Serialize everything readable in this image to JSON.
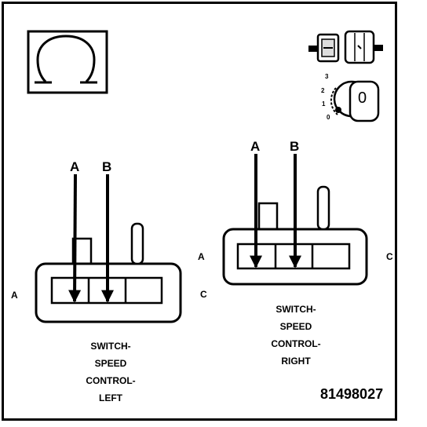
{
  "ohmmeter_symbol": "Ω",
  "icons": {
    "ohmmeter": "ohm-symbol-icon",
    "connector": "disconnected-connector-icon",
    "ignition": "ignition-key-switch-icon"
  },
  "ignition_positions": [
    "3",
    "2",
    "1",
    "0"
  ],
  "ignition_key_label": "0",
  "left_connector": {
    "terminal_a": "A",
    "terminal_c": "C",
    "probe_a": "A",
    "probe_b": "B",
    "caption": [
      "SWITCH-",
      "SPEED",
      "CONTROL-",
      "LEFT"
    ]
  },
  "right_connector": {
    "terminal_a": "A",
    "terminal_c": "C",
    "probe_a": "A",
    "probe_b": "B",
    "caption": [
      "SWITCH-",
      "SPEED",
      "CONTROL-",
      "RIGHT"
    ]
  },
  "figure_number": "81498027"
}
